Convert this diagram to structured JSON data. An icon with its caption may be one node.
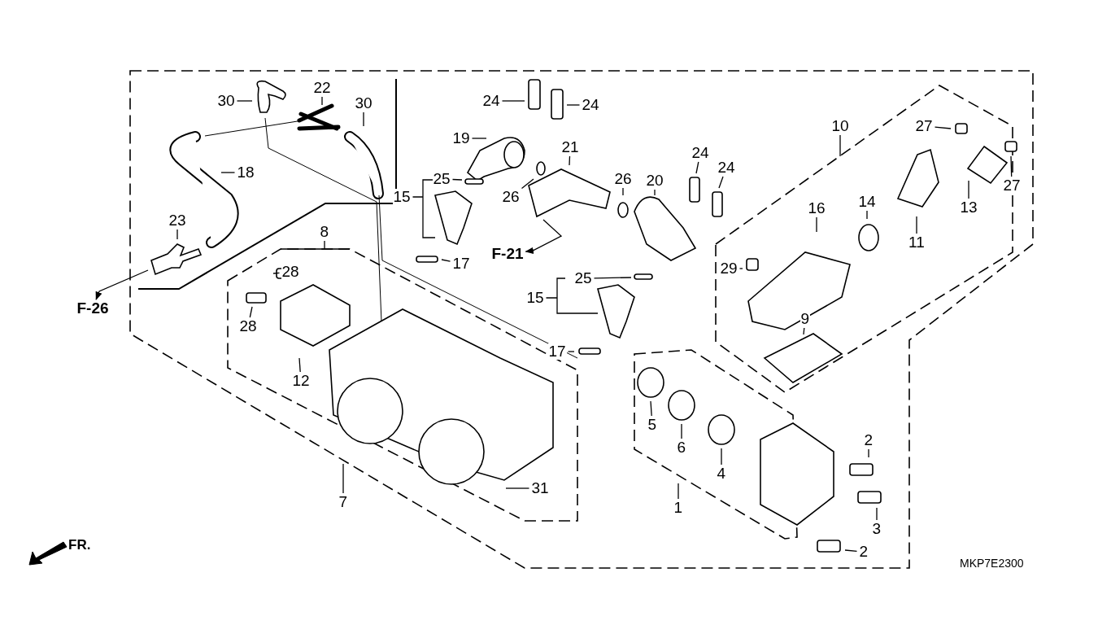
{
  "diagram": {
    "nodes": [
      {
        "text": [
          "30"
        ]
      },
      {
        "text": [
          "22"
        ]
      },
      {
        "text": [
          "30"
        ]
      },
      {
        "text": [
          "18"
        ]
      },
      {
        "text": [
          "23"
        ]
      },
      {
        "text": [
          "24"
        ]
      },
      {
        "text": [
          "24"
        ]
      },
      {
        "text": [
          "19"
        ]
      },
      {
        "text": [
          "21"
        ]
      },
      {
        "text": [
          "26"
        ]
      },
      {
        "text": [
          "26"
        ]
      },
      {
        "text": [
          "24"
        ]
      },
      {
        "text": [
          "24"
        ]
      },
      {
        "text": [
          "20"
        ]
      },
      {
        "text": [
          "25"
        ]
      },
      {
        "text": [
          "15"
        ]
      },
      {
        "text": [
          "17"
        ]
      },
      {
        "text": [
          "F-21"
        ]
      },
      {
        "text": [
          "8"
        ]
      },
      {
        "text": [
          "28"
        ]
      },
      {
        "text": [
          "28"
        ]
      },
      {
        "text": [
          "12"
        ]
      },
      {
        "text": [
          "F-26"
        ]
      },
      {
        "text": [
          "25"
        ]
      },
      {
        "text": [
          "15"
        ]
      },
      {
        "text": [
          "17"
        ]
      },
      {
        "text": [
          "7"
        ]
      },
      {
        "text": [
          "31"
        ]
      },
      {
        "text": [
          "10"
        ]
      },
      {
        "text": [
          "27"
        ]
      },
      {
        "text": [
          "27"
        ]
      },
      {
        "text": [
          "13"
        ]
      },
      {
        "text": [
          "16"
        ]
      },
      {
        "text": [
          "14"
        ]
      },
      {
        "text": [
          "11"
        ]
      },
      {
        "text": [
          "29"
        ]
      },
      {
        "text": [
          "9"
        ]
      },
      {
        "text": [
          "5"
        ]
      },
      {
        "text": [
          "6"
        ]
      },
      {
        "text": [
          "4"
        ]
      },
      {
        "text": [
          "1"
        ]
      },
      {
        "text": [
          "2"
        ]
      },
      {
        "text": [
          "3"
        ]
      },
      {
        "text": [
          "2"
        ]
      }
    ],
    "edges": [
      {
        "from": 0,
        "to": null,
        "arrow": "none"
      },
      {
        "from": 1,
        "to": null,
        "arrow": "none"
      },
      {
        "from": 2,
        "to": null,
        "arrow": "none"
      },
      {
        "from": 3,
        "to": null,
        "arrow": "none"
      },
      {
        "from": 4,
        "to": null,
        "arrow": "none"
      },
      {
        "from": 5,
        "to": null,
        "arrow": "none"
      },
      {
        "from": 6,
        "to": null,
        "arrow": "none"
      },
      {
        "from": 7,
        "to": null,
        "arrow": "none"
      },
      {
        "from": 8,
        "to": null,
        "arrow": "none"
      },
      {
        "from": 9,
        "to": null,
        "arrow": "none"
      },
      {
        "from": 10,
        "to": null,
        "arrow": "none"
      },
      {
        "from": 11,
        "to": null,
        "arrow": "none"
      },
      {
        "from": 12,
        "to": null,
        "arrow": "none"
      },
      {
        "from": 13,
        "to": null,
        "arrow": "none"
      },
      {
        "from": 14,
        "to": null,
        "arrow": "none"
      },
      {
        "from": 15,
        "to": null,
        "arrow": "none"
      },
      {
        "from": 16,
        "to": null,
        "arrow": "none"
      },
      {
        "from": null,
        "to": 17,
        "arrow": "to"
      },
      {
        "from": 18,
        "to": null,
        "arrow": "none"
      },
      {
        "from": 19,
        "to": null,
        "arrow": "none"
      },
      {
        "from": 20,
        "to": null,
        "arrow": "none"
      },
      {
        "from": 21,
        "to": null,
        "arrow": "none"
      },
      {
        "from": null,
        "to": 22,
        "arrow": "to"
      },
      {
        "from": 23,
        "to": null,
        "arrow": "none"
      },
      {
        "from": 24,
        "to": null,
        "arrow": "none"
      },
      {
        "from": 25,
        "to": null,
        "arrow": "none"
      },
      {
        "from": 26,
        "to": null,
        "arrow": "none"
      },
      {
        "from": 27,
        "to": null,
        "arrow": "none"
      },
      {
        "from": 28,
        "to": null,
        "arrow": "none"
      },
      {
        "from": 29,
        "to": null,
        "arrow": "none"
      },
      {
        "from": 30,
        "to": null,
        "arrow": "none"
      },
      {
        "from": 31,
        "to": null,
        "arrow": "none"
      },
      {
        "from": 32,
        "to": null,
        "arrow": "none"
      },
      {
        "from": 33,
        "to": null,
        "arrow": "none"
      },
      {
        "from": 34,
        "to": null,
        "arrow": "none"
      },
      {
        "from": 35,
        "to": null,
        "arrow": "none"
      },
      {
        "from": 36,
        "to": null,
        "arrow": "none"
      },
      {
        "from": 37,
        "to": null,
        "arrow": "none"
      },
      {
        "from": 38,
        "to": null,
        "arrow": "none"
      },
      {
        "from": 39,
        "to": null,
        "arrow": "none"
      },
      {
        "from": 40,
        "to": null,
        "arrow": "none"
      },
      {
        "from": 41,
        "to": null,
        "arrow": "none"
      },
      {
        "from": 42,
        "to": null,
        "arrow": "none"
      },
      {
        "from": 43,
        "to": null,
        "arrow": "none"
      }
    ],
    "labels": [
      "FR.",
      "MKP7E2300"
    ]
  }
}
